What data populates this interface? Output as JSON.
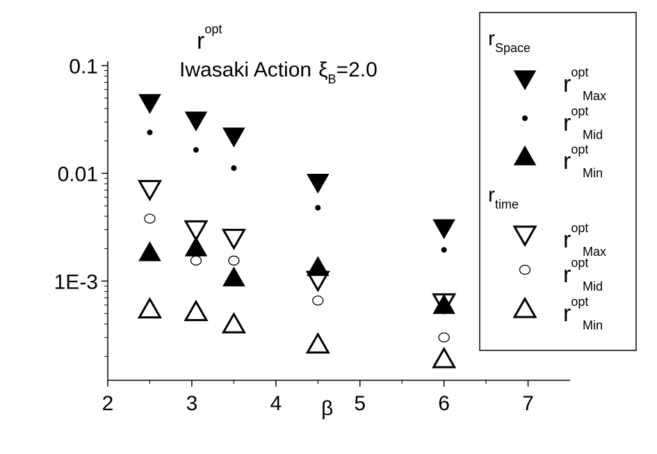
{
  "chart_data": {
    "type": "scatter",
    "title": "Iwasaki Action",
    "title_xi_symbol": "ξ",
    "title_xi_sub": "B",
    "title_xi_value": "=2.0",
    "top_label_base": "r",
    "top_label_sup": "opt",
    "xlabel": "β",
    "ylabel": "",
    "x_ticks": [
      "2",
      "3",
      "4",
      "5",
      "6",
      "7"
    ],
    "y_ticks": [
      "0.1",
      "0.01",
      "1E-3"
    ],
    "xlim": [
      2,
      7.5
    ],
    "ylim": [
      0.00012,
      0.11
    ],
    "y_scale": "log",
    "legend_placement": "right",
    "legend": {
      "group_space": {
        "base": "r",
        "sub": "Space"
      },
      "group_time": {
        "base": "r",
        "sub": "time"
      },
      "entries": [
        {
          "base": "r",
          "sup": "opt",
          "sub": "Max",
          "marker": "triangle-down-filled"
        },
        {
          "base": "r",
          "sup": "opt",
          "sub": "Mid",
          "marker": "dot-filled"
        },
        {
          "base": "r",
          "sup": "opt",
          "sub": "Min",
          "marker": "triangle-up-filled"
        },
        {
          "base": "r",
          "sup": "opt",
          "sub": "Max",
          "marker": "triangle-down-open"
        },
        {
          "base": "r",
          "sup": "opt",
          "sub": "Mid",
          "marker": "circle-open"
        },
        {
          "base": "r",
          "sup": "opt",
          "sub": "Min",
          "marker": "triangle-up-open"
        }
      ]
    },
    "series": [
      {
        "marker": "triangle-down-filled",
        "x": [
          2.5,
          3.05,
          3.5,
          4.5,
          6.0
        ],
        "y": [
          0.045,
          0.031,
          0.022,
          0.0082,
          0.0031
        ]
      },
      {
        "marker": "dot-filled",
        "x": [
          2.5,
          3.05,
          3.5,
          4.5,
          6.0
        ],
        "y": [
          0.024,
          0.0165,
          0.0112,
          0.0048,
          0.00195
        ]
      },
      {
        "marker": "triangle-up-filled",
        "x": [
          2.5,
          3.05,
          3.5,
          4.5,
          6.0
        ],
        "y": [
          0.00185,
          0.00205,
          0.00108,
          0.00135,
          0.0006
        ]
      },
      {
        "marker": "triangle-down-open",
        "x": [
          2.5,
          3.05,
          3.5,
          4.5,
          6.0
        ],
        "y": [
          0.0071,
          0.003,
          0.0025,
          0.00102,
          0.00063
        ]
      },
      {
        "marker": "circle-open",
        "x": [
          2.5,
          3.05,
          3.5,
          4.5,
          6.0
        ],
        "y": [
          0.0038,
          0.00155,
          0.00155,
          0.00066,
          0.0003
        ]
      },
      {
        "marker": "triangle-up-open",
        "x": [
          2.5,
          3.05,
          3.5,
          4.5,
          6.0
        ],
        "y": [
          0.00055,
          0.00052,
          0.0004,
          0.00026,
          0.00019
        ]
      }
    ]
  }
}
